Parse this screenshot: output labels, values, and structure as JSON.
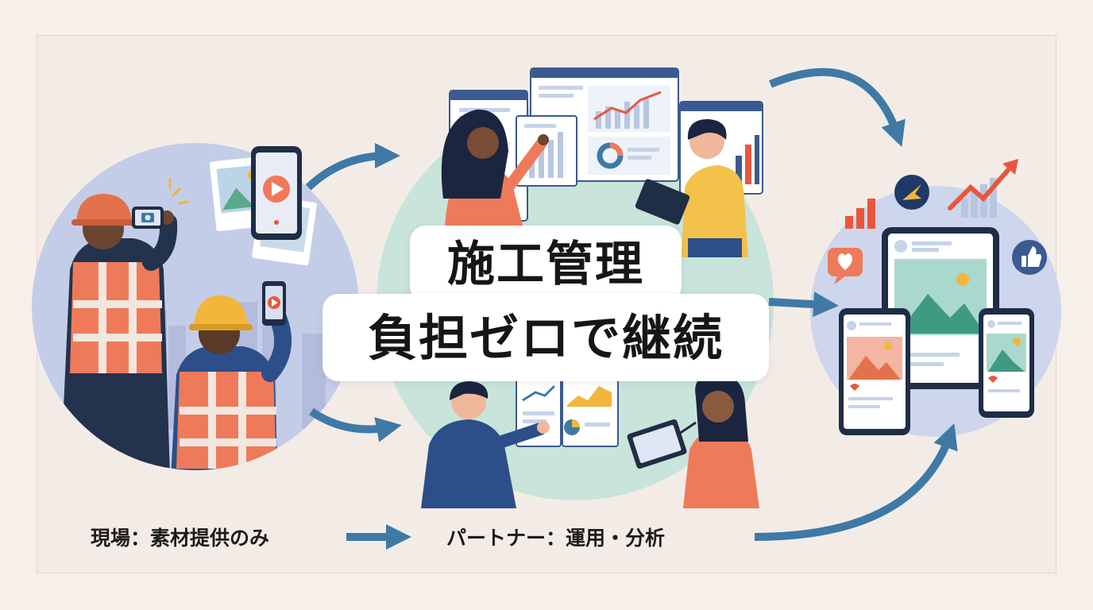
{
  "title": {
    "line1": "施工管理",
    "line2": "負担ゼロで継続"
  },
  "captions": {
    "site": "現場：素材提供のみ",
    "partner": "パートナー：運用・分析"
  },
  "colors": {
    "background": "#f3ece6",
    "arrow": "#3f7aa6",
    "left_circle": "#c4cde8",
    "center_circle": "#c9e4da",
    "right_circle": "#cdd6ec",
    "vest": "#ef7a5a",
    "helmet_orange": "#e3724c",
    "helmet_yellow": "#f2b63a",
    "accent_red": "#e8573d"
  },
  "icons": {
    "camera": "camera-icon",
    "play": "play-icon",
    "heart": "heart-icon",
    "thumbs_up": "thumbs-up-icon",
    "cursor": "cursor-icon",
    "trend": "trend-up-icon"
  }
}
